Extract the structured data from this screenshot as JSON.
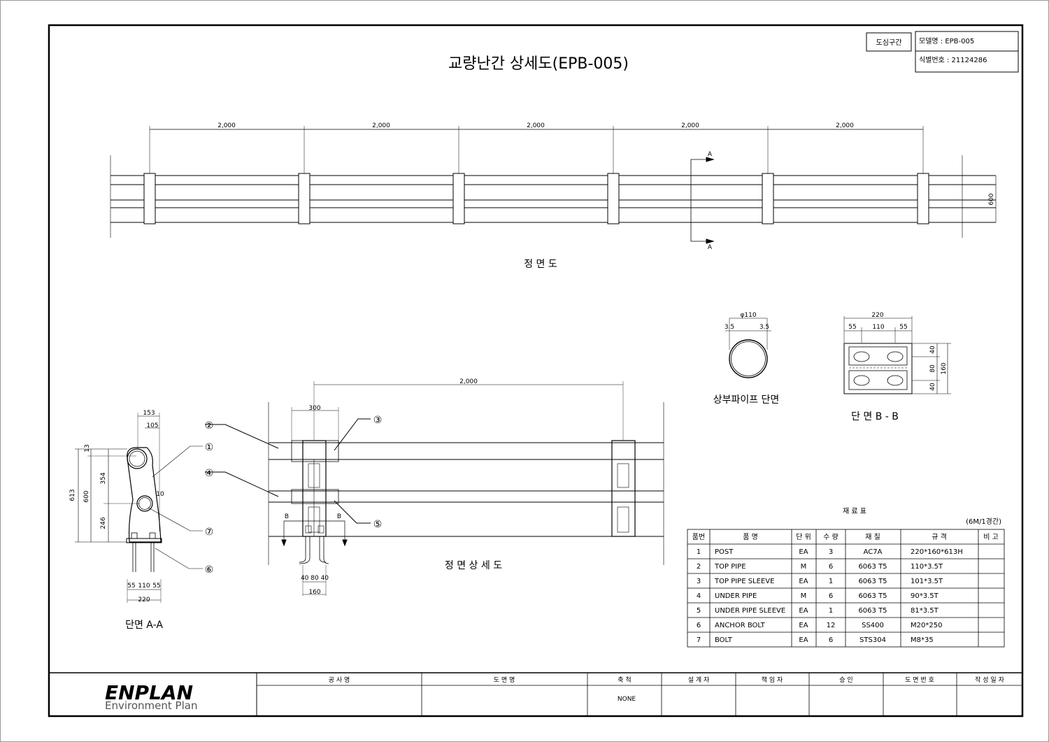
{
  "title": "교량난간 상세도(EPB-005)",
  "header_box": {
    "zone": "도심구간",
    "model": "모델명 : EPB-005",
    "ident": "식별번호 : 21124286"
  },
  "front_view": {
    "label": "정 면 도",
    "spans": [
      "2,000",
      "2,000",
      "2,000",
      "2,000",
      "2,000"
    ],
    "height": "600",
    "section_mark_top": "A",
    "section_mark_bottom": "A"
  },
  "pipe_section": {
    "label": "상부파이프 단면",
    "dia": "φ110",
    "t_left": "3.5",
    "t_right": "3.5"
  },
  "section_bb": {
    "label": "단 면  B - B",
    "width": "220",
    "w_left": "55",
    "w_mid": "110",
    "w_right": "55",
    "h_top": "40",
    "h_mid": "80",
    "h_bot": "40",
    "h_total": "160"
  },
  "section_aa": {
    "label": "단면 A-A",
    "dims": {
      "d153": "153",
      "d105": "105",
      "d13": "13",
      "d354": "354",
      "d613": "613",
      "d600": "600",
      "d246": "246",
      "d10": "10",
      "b55a": "55",
      "b110": "110",
      "b55b": "55",
      "b220": "220"
    }
  },
  "detail_view": {
    "label": "정 면 상 세 도",
    "span": "2,000",
    "post_w": "300",
    "b1": "B",
    "b2": "B",
    "base": "40 80 40",
    "base_total": "160"
  },
  "callouts": [
    "①",
    "②",
    "③",
    "④",
    "⑤",
    "⑥",
    "⑦"
  ],
  "materials": {
    "title": "재 료 표",
    "unit_note": "(6M/1경간)",
    "headers": [
      "품번",
      "품      명",
      "단 위",
      "수 량",
      "재    질",
      "규      격",
      "비 고"
    ],
    "rows": [
      [
        "1",
        "POST",
        "EA",
        "3",
        "AC7A",
        "220*160*613H",
        ""
      ],
      [
        "2",
        "TOP PIPE",
        "M",
        "6",
        "6063 T5",
        "110*3.5T",
        ""
      ],
      [
        "3",
        "TOP PIPE SLEEVE",
        "EA",
        "1",
        "6063 T5",
        "101*3.5T",
        ""
      ],
      [
        "4",
        "UNDER PIPE",
        "M",
        "6",
        "6063 T5",
        "90*3.5T",
        ""
      ],
      [
        "5",
        "UNDER PIPE SLEEVE",
        "EA",
        "1",
        "6063 T5",
        "81*3.5T",
        ""
      ],
      [
        "6",
        "ANCHOR BOLT",
        "EA",
        "12",
        "SS400",
        "M20*250",
        ""
      ],
      [
        "7",
        "BOLT",
        "EA",
        "6",
        "STS304",
        "M8*35",
        ""
      ]
    ]
  },
  "title_block": {
    "logo": "ENPLAN",
    "logo_sub": "Environment  Plan",
    "headers": [
      "공      사      명",
      "도      면      명",
      "축      척",
      "설  계  자",
      "책  임  자",
      "승      인",
      "도 면 번 호",
      "작 성 일 자"
    ],
    "scale": "NONE"
  }
}
